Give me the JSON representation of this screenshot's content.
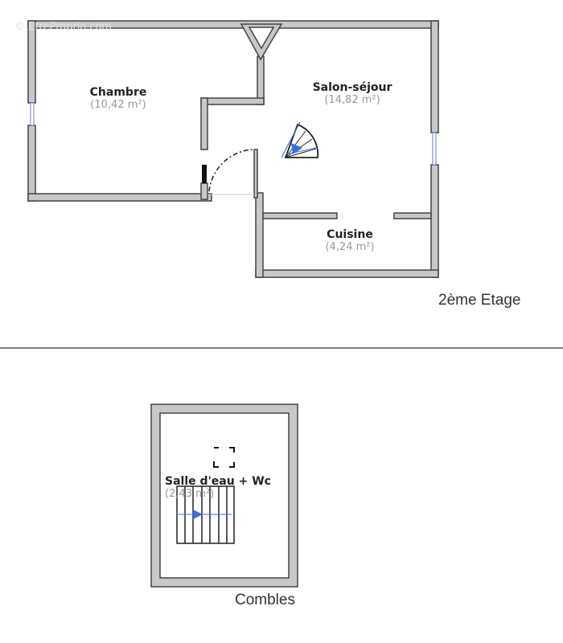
{
  "watermark": "© EtreProprio.com",
  "floors": [
    {
      "name": "2ème Etage",
      "rooms": [
        {
          "name": "Chambre",
          "area": "(10,42 m²)"
        },
        {
          "name": "Salon-séjour",
          "area": "(14,82 m²)"
        },
        {
          "name": "Cuisine",
          "area": "(4,24 m²)"
        }
      ]
    },
    {
      "name": "Combles",
      "rooms": [
        {
          "name": "Salle d'eau + Wc",
          "area": "(2,43 m²)"
        }
      ]
    }
  ],
  "colors": {
    "wall_fill": "#c8c8c8",
    "wall_stroke": "#444444",
    "stair_arrow": "#3a6fd8"
  }
}
